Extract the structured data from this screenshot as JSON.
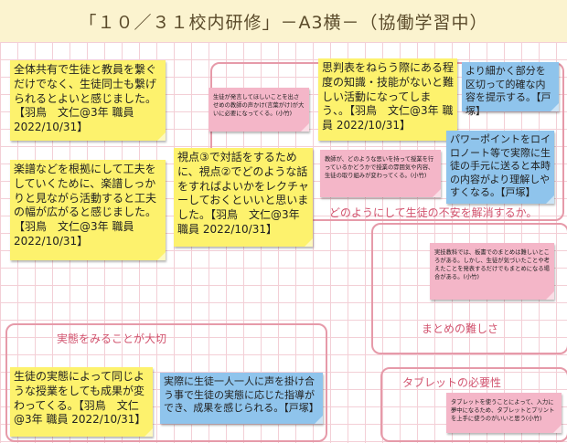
{
  "title": "「１０／３１校内研修」－A3横－（協働学習中）",
  "notes": {
    "n1": "全体共有で生徒と教員を繋ぐだけでなく、生徒同士も繋げられるとよいと感じました。【羽鳥　文仁@3年 職員 2022/10/31】",
    "n2": "楽譜などを根拠にして工夫をしていくために、楽譜しっかりと見ながら活動すると工夫の幅が広がると感じました。【羽鳥　文仁@3年 職員 2022/10/31】",
    "n3": "視点③で対話をするために、視点②でどのような話をすればよいかをレクチャーしておくといいと思いました。【羽鳥　文仁@3年 職員 2022/10/31】",
    "n4": "生徒が発言してほしいことを出させめの教師の声かけ(言葉がけ)が大いに必要になってくる。(小竹)",
    "n5": "思判表をねらう際にある程度の知識・技能がないと難しい活動になってしまう、。【羽鳥　文仁@3年 職員 2022/10/31】",
    "n6": "より細かく部分を区切って的確な内容を提示する。【戸塚】",
    "n7": "教師が、どのような思いを持って授業を行っているかどうかで授業の雰囲気や内容、生徒の取り組みが変わってくる。(小竹)",
    "n8": "パワーポイントをロイロノート等で実際に生徒の手元に送ると本時の内容がより理解しやすくなる。【戸塚】",
    "n9": "実技教科では、板書でのまとめは難しいところがある。しかし、生徒が気づいたことや考えたことを発表するだけでもまとめになる場合がある。(小竹)",
    "n10": "生徒の実態によって同じような授業をしても成果が変わってくる。【羽鳥　文仁@3年 職員 2022/10/31】",
    "n11": "実際に生徒一人一人に声を掛け合う事で生徒の実態に応じた指導ができ、成果を感じられる。【戸塚】",
    "n12": "タブレットを使うことによって、入力に夢中になるため、タブレットとプリントを上手に使うのがいいと思う(小竹)"
  },
  "frames": {
    "f1": "どのようにして生徒の不安を解消するか。",
    "f2": "まとめの難しさ",
    "f3": "実態をみることが大切",
    "f4": "タブレットの必要性"
  },
  "colors": {
    "yellow": "#fdf26d",
    "blue": "#8fc4ec",
    "pink": "#f4b6c8",
    "frame": "#e69aa9",
    "label": "#d2546f"
  }
}
